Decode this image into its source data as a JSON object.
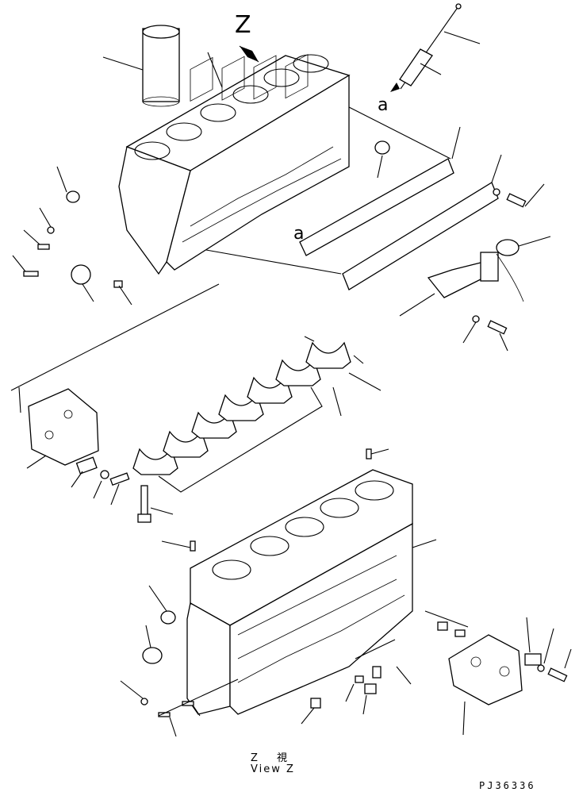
{
  "diagram": {
    "view_arrow_label": "Z",
    "reference_mark": "a",
    "view_caption_jp": "Z 視",
    "view_caption_en": "View Z",
    "drawing_code": "PJ36336"
  },
  "colors": {
    "ink": "#000000",
    "paper": "#ffffff"
  }
}
